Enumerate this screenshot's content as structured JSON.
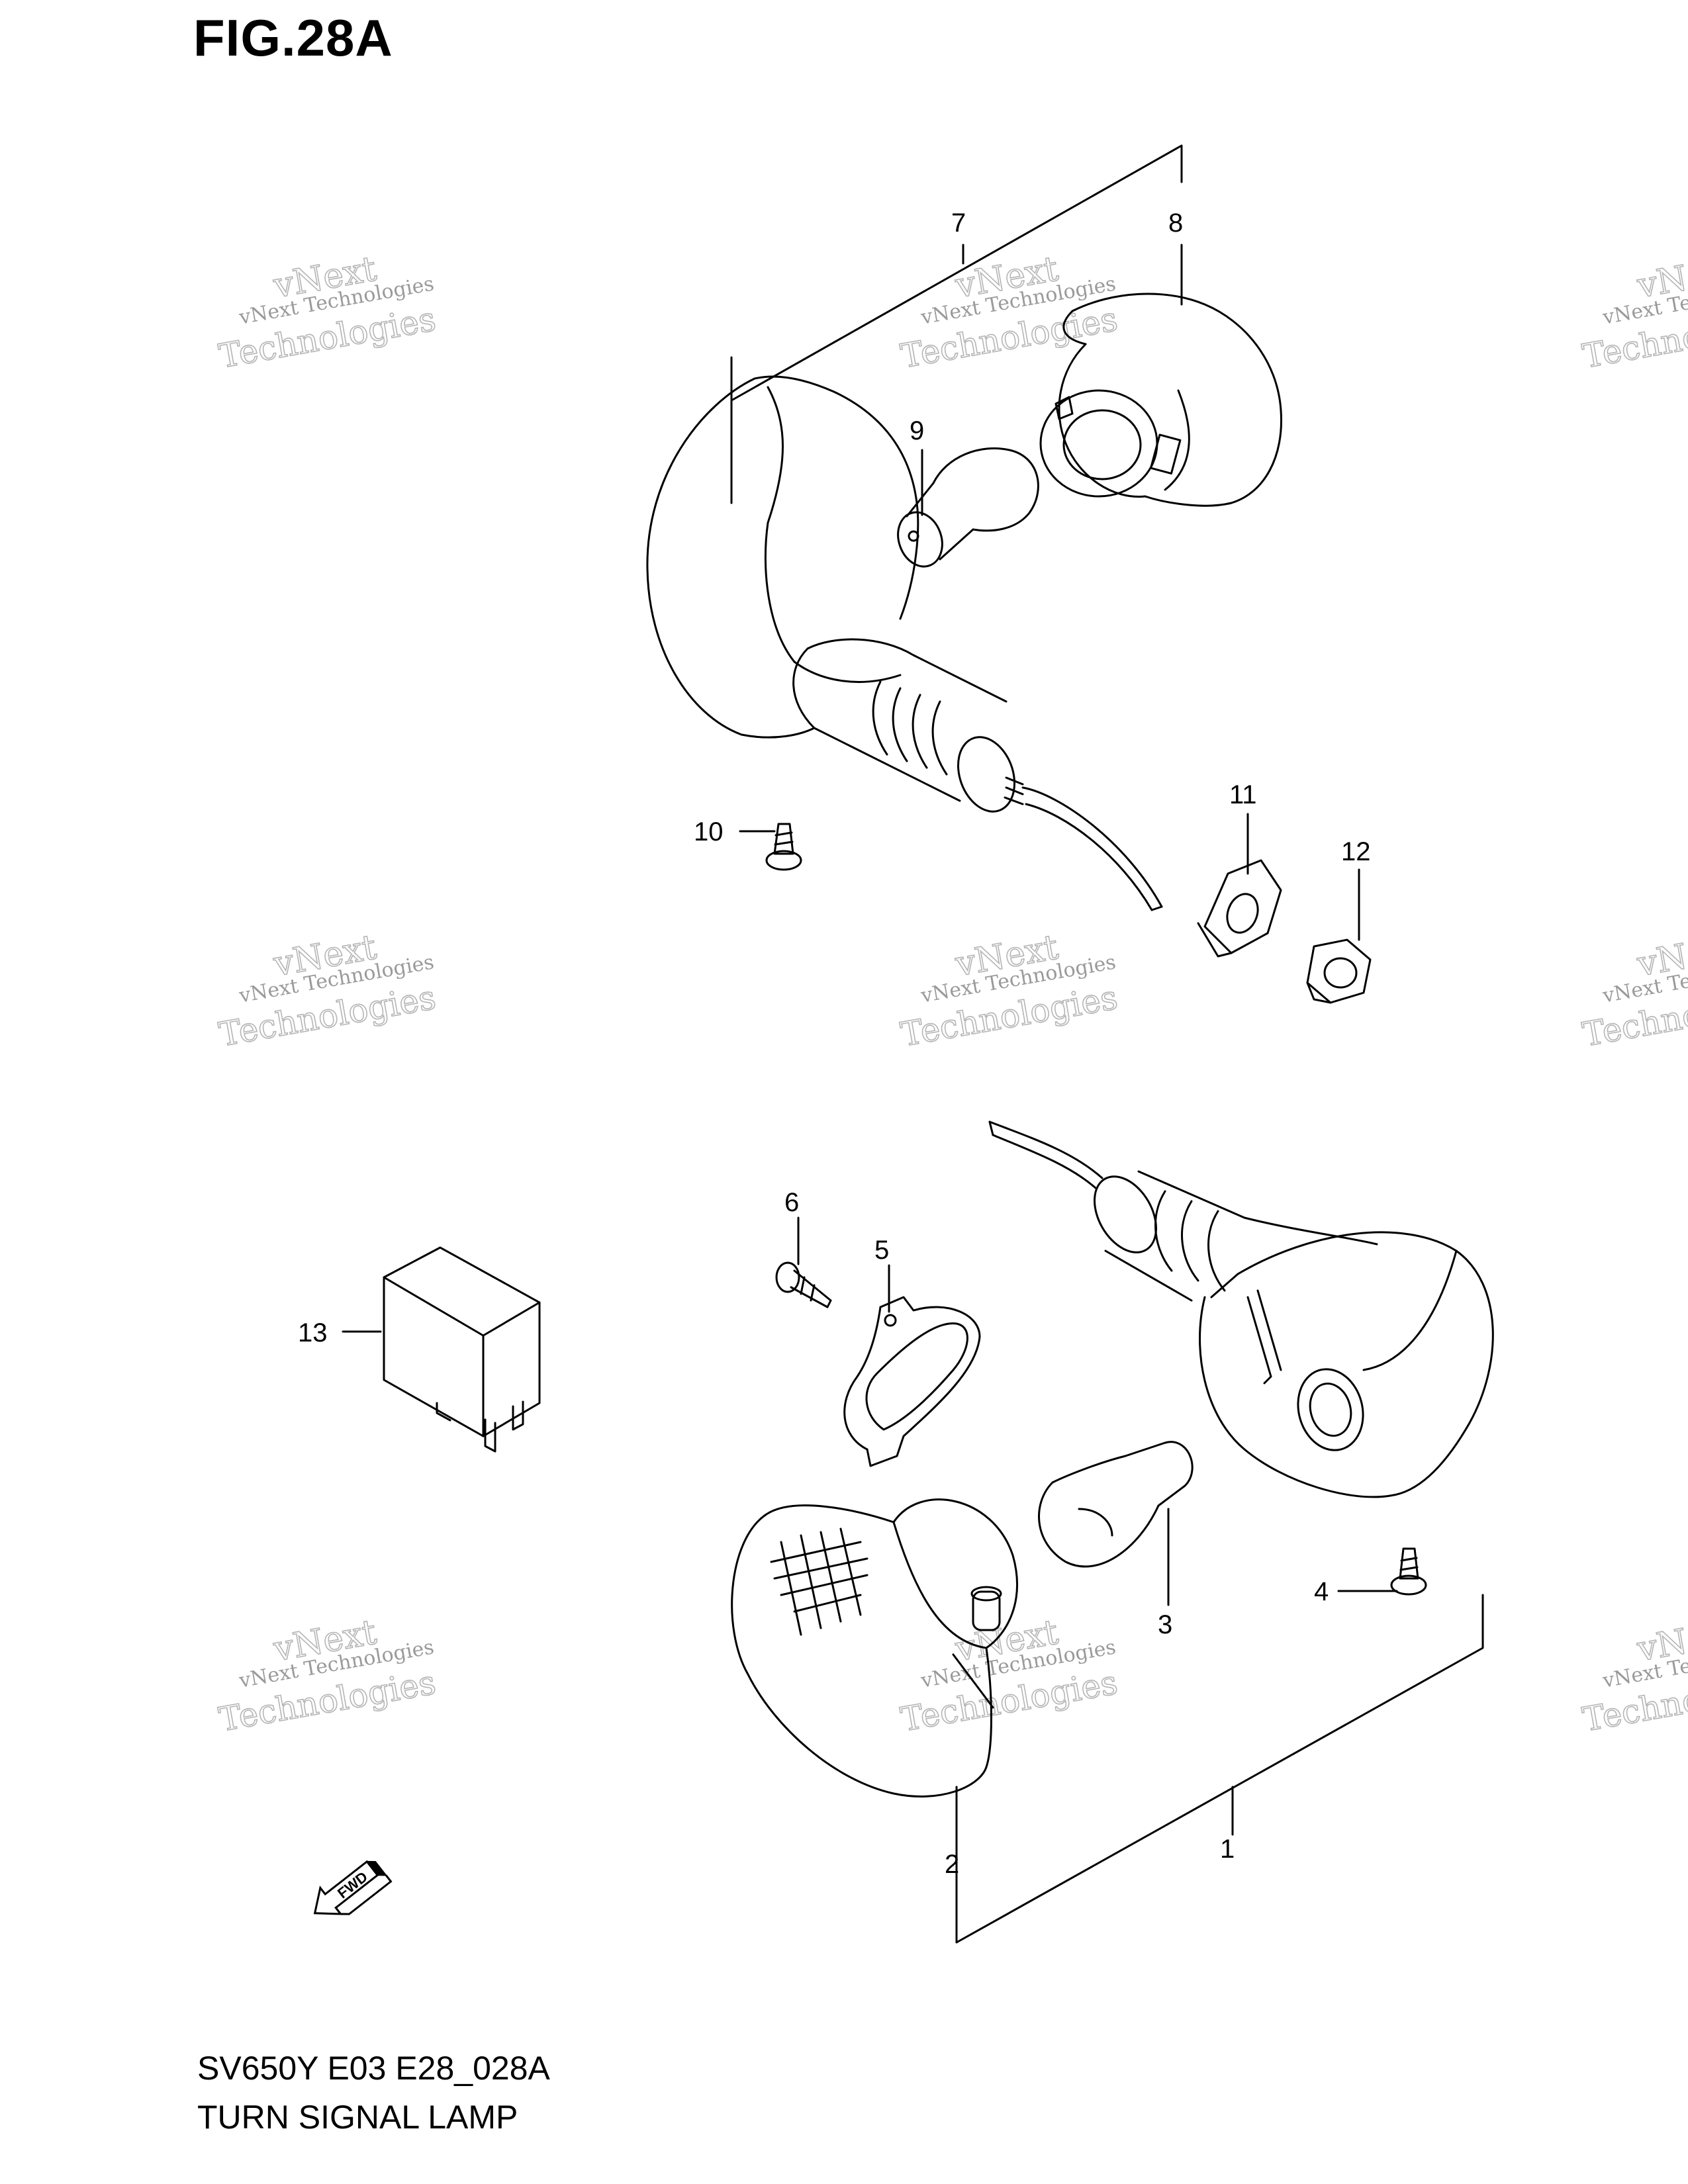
{
  "figure": {
    "title": "FIG.28A",
    "model_code": "SV650Y E03 E28_028A",
    "part_title": "TURN SIGNAL LAMP"
  },
  "callouts": [
    "1",
    "2",
    "3",
    "4",
    "5",
    "6",
    "7",
    "8",
    "9",
    "10",
    "11",
    "12",
    "13"
  ],
  "fwd_label": "FWD",
  "watermark": {
    "line1": "vNext Technologies",
    "line2": "vNext",
    "line3": "Technologies"
  },
  "colors": {
    "ink": "#000000",
    "watermark": "#b5b5b5",
    "background": "#ffffff"
  }
}
